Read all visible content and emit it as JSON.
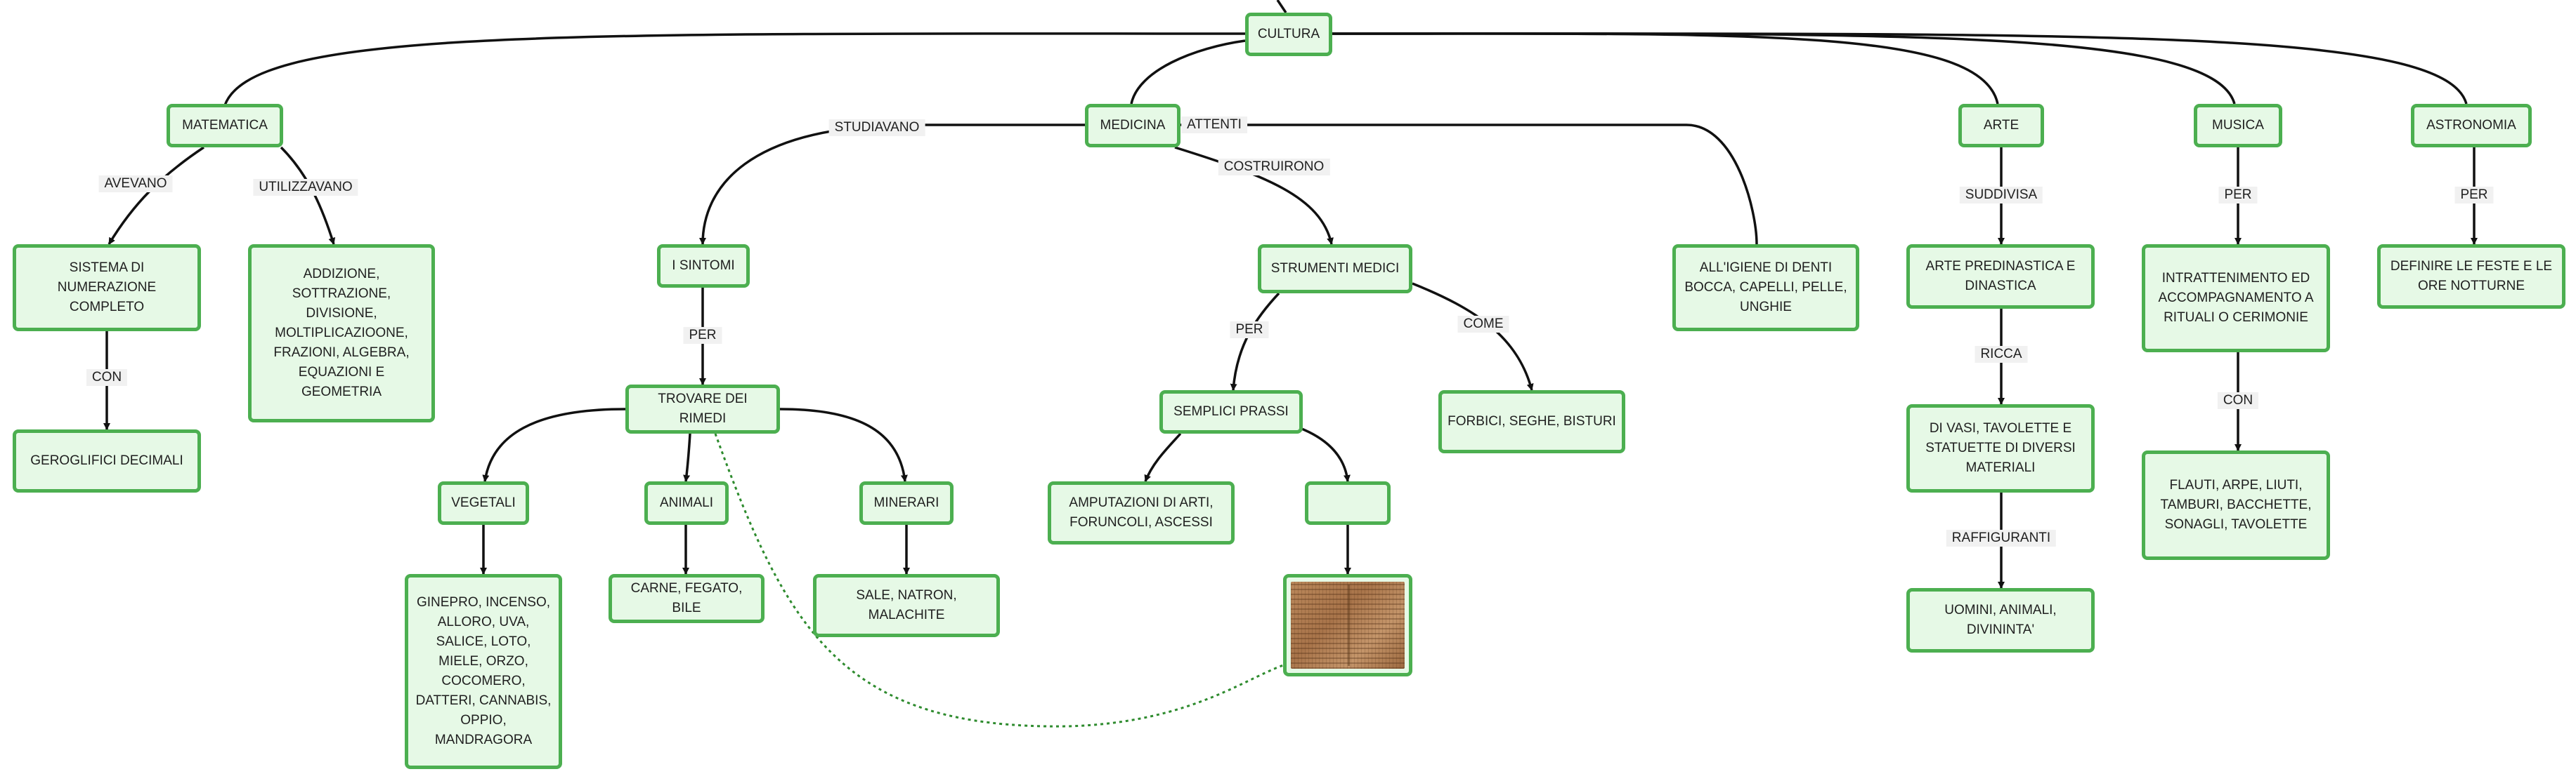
{
  "colors": {
    "node_fill": "#e6f9e6",
    "node_border": "#4caf50",
    "edge": "#111111",
    "dotted_link": "#2e8b2e",
    "label_bg": "#f1f1f1"
  },
  "nodes": {
    "cultura": "CULTURA",
    "matematica": "MATEMATICA",
    "medicina": "MEDICINA",
    "arte": "ARTE",
    "musica": "MUSICA",
    "astronomia": "ASTRONOMIA",
    "sistema_numerazione": "SISTEMA DI NUMERAZIONE COMPLETO",
    "addizione": "ADDIZIONE, SOTTRAZIONE, DIVISIONE, MOLTIPLICAZIOONE, FRAZIONI, ALGEBRA, EQUAZIONI E GEOMETRIA",
    "geroglifici": "GEROGLIFICI DECIMALI",
    "sintomi": "I SINTOMI",
    "trovare_rimedi": "TROVARE DEI RIMEDI",
    "vegetali": "VEGETALI",
    "animali": "ANIMALI",
    "minerari": "MINERARI",
    "ginepro": "GINEPRO, INCENSO, ALLORO, UVA, SALICE, LOTO, MIELE, ORZO, COCOMERO, DATTERI, CANNABIS, OPPIO, MANDRAGORA",
    "carne": "CARNE, FEGATO, BILE",
    "sale": "SALE, NATRON, MALACHITE",
    "strumenti": "STRUMENTI MEDICI",
    "semplici_prassi": "SEMPLICI PRASSI",
    "forbici": "FORBICI, SEGHE, BISTURI",
    "amputazioni": "AMPUTAZIONI DI ARTI, FORUNCOLI, ASCESSI",
    "empty": "",
    "igiene": "ALL'IGIENE DI DENTI BOCCA, CAPELLI, PELLE, UNGHIE",
    "arte_predinastica": "ARTE PREDINASTICA E DINASTICA",
    "vasi": "DI VASI, TAVOLETTE E STATUETTE DI DIVERSI MATERIALI",
    "uomini": "UOMINI, ANIMALI, DIVININTA'",
    "intrattenimento": "INTRATTENIMENTO ED ACCOMPAGNAMENTO A RITUALI O CERIMONIE",
    "flauti": "FLAUTI, ARPE, LIUTI, TAMBURI, BACCHETTE, SONAGLI, TAVOLETTE",
    "definire": "DEFINIRE LE FESTE E LE ORE NOTTURNE"
  },
  "labels": {
    "avevano": "AVEVANO",
    "utilizzavano": "UTILIZZAVANO",
    "con_mat": "CON",
    "studiavano": "STUDIAVANO",
    "attenti": "ATTENTI",
    "costruirono": "COSTRUIRONO",
    "per_sintomi": "PER",
    "per_strumenti": "PER",
    "come": "COME",
    "suddivisa": "SUDDIVISA",
    "ricca": "RICCA",
    "raffiguranti": "RAFFIGURANTI",
    "per_musica": "PER",
    "con_musica": "CON",
    "per_astronomia": "PER"
  },
  "image": {
    "icon": "papyrus-image"
  }
}
